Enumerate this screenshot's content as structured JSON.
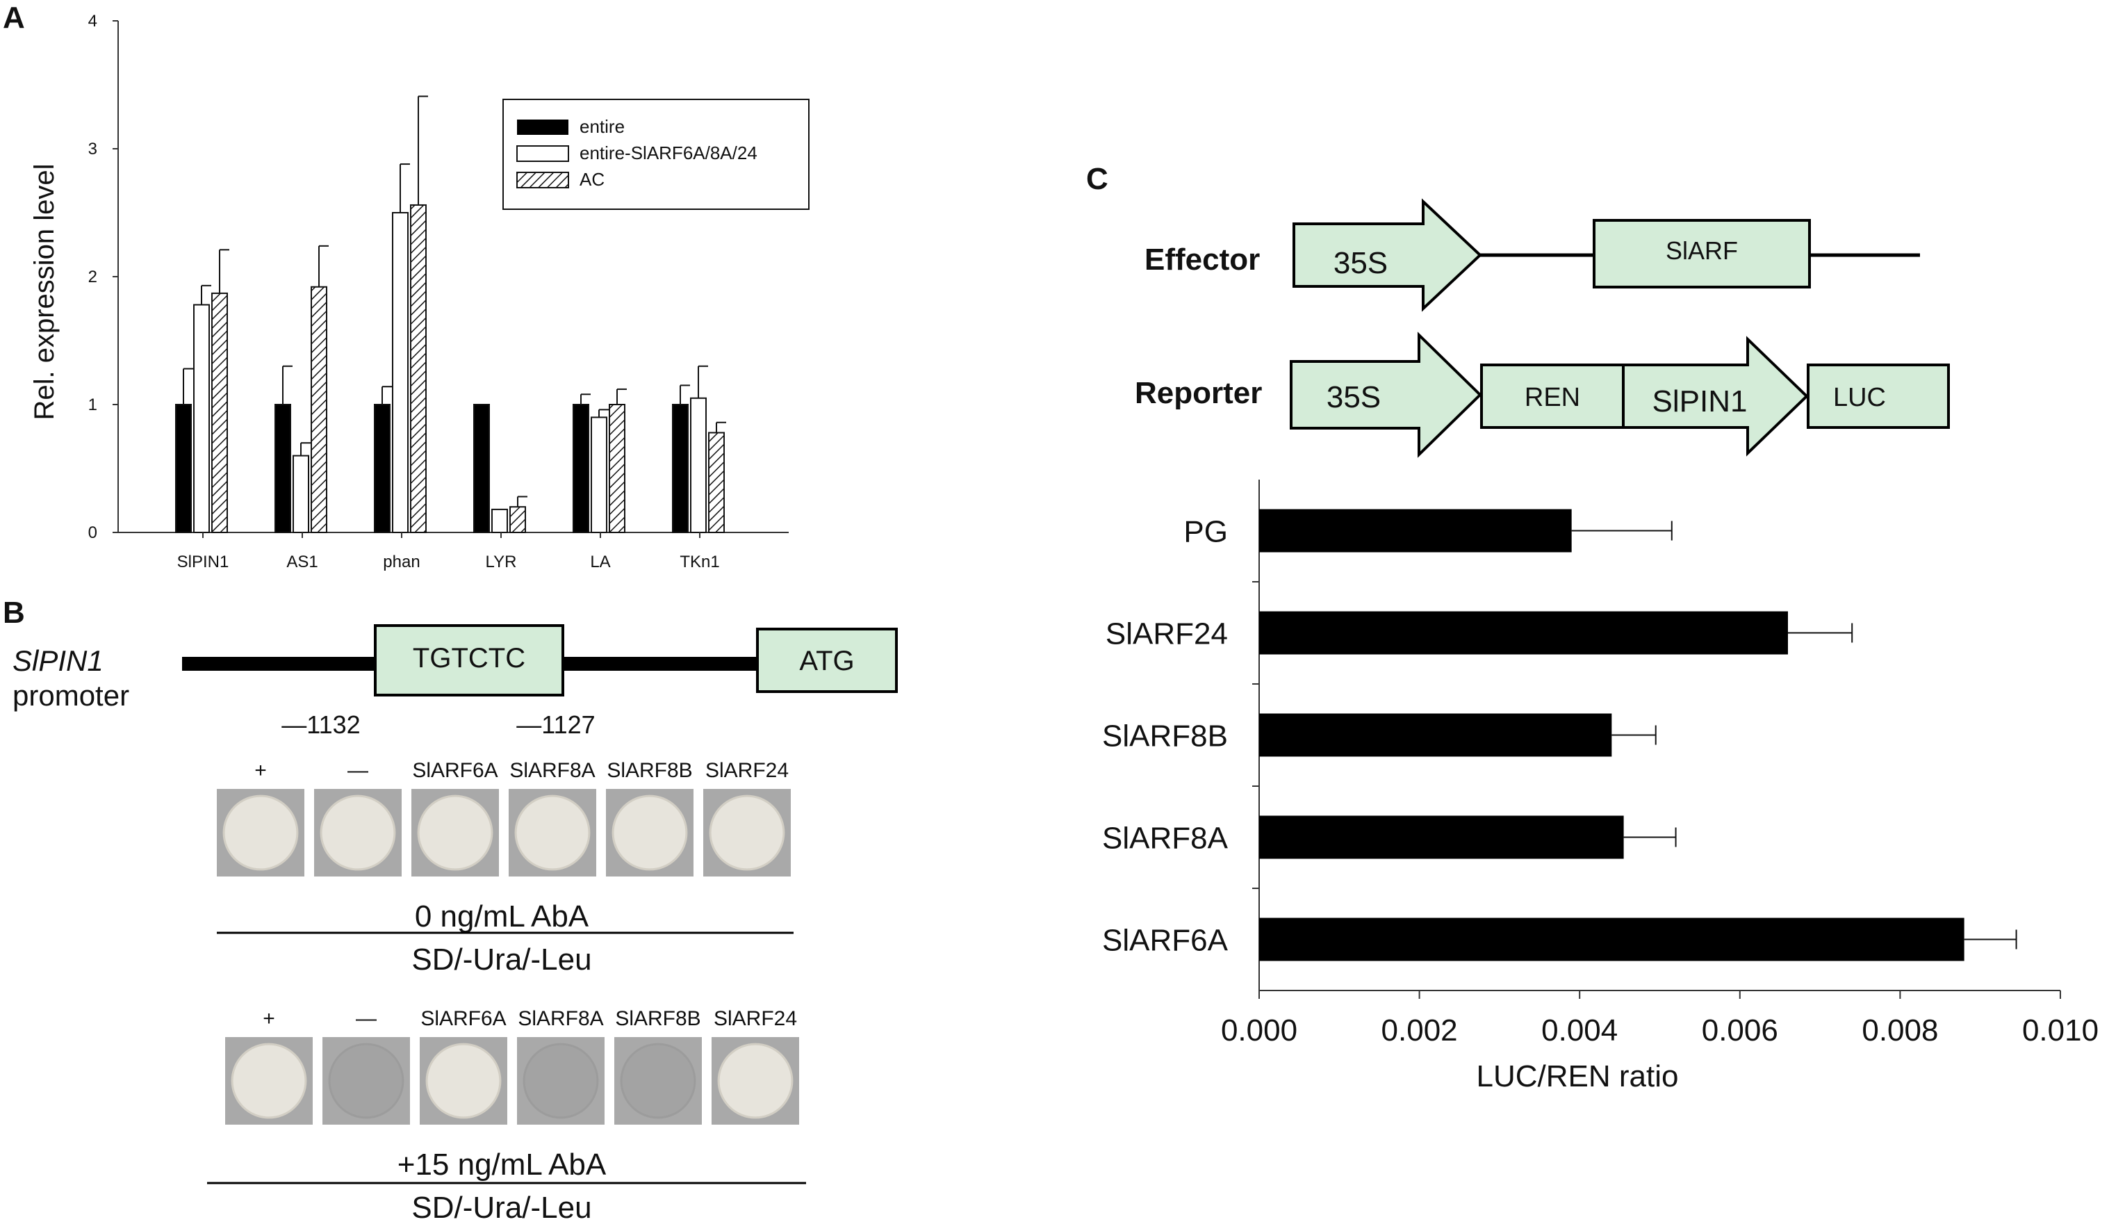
{
  "panels": {
    "a": "A",
    "b": "B",
    "c": "C"
  },
  "panel_a": {
    "legend": [
      "entire",
      "entire-SlARF6A/8A/24",
      "AC"
    ]
  },
  "panel_b": {
    "gene": "SlPIN1",
    "promoter_word": "promoter",
    "motif": "TGTCTC",
    "start_codon": "ATG",
    "pos_left": "—1132",
    "pos_right": "—1127",
    "lanes": [
      "+",
      "—",
      "SlARF6A",
      "SlARF8A",
      "SlARF8B",
      "SlARF24"
    ],
    "cond1": "0 ng/mL  AbA",
    "medium1": "SD/-Ura/-Leu",
    "cond2": "+15 ng/mL  AbA",
    "medium2": "SD/-Ura/-Leu",
    "growth_row1": [
      true,
      true,
      true,
      true,
      true,
      true
    ],
    "growth_row2": [
      true,
      false,
      true,
      false,
      false,
      true
    ]
  },
  "panel_c": {
    "effector_label": "Effector",
    "reporter_label": "Reporter",
    "promoter_35s": "35S",
    "arf_box": "SlARF",
    "ren_box": "REN",
    "pin_arrow": "SlPIN1",
    "luc_box": "LUC"
  },
  "colors": {
    "bar": "#000000",
    "construct_fill": "#d4ecd8",
    "plate_grey": "#a9a9a9",
    "colony": "#e7e4dc"
  },
  "chart_data": [
    {
      "type": "bar",
      "categories": [
        "SlPIN1",
        "AS1",
        "phan",
        "LYR",
        "LA",
        "TKn1"
      ],
      "series": [
        {
          "name": "entire",
          "values": [
            1.0,
            1.0,
            1.0,
            1.0,
            1.0,
            1.0
          ],
          "errors": [
            0.28,
            0.3,
            0.14,
            0.0,
            0.08,
            0.15
          ]
        },
        {
          "name": "entire-SlARF6A/8A/24",
          "values": [
            1.78,
            0.6,
            2.5,
            0.18,
            0.9,
            1.05
          ],
          "errors": [
            0.15,
            0.1,
            0.38,
            0.0,
            0.06,
            0.25
          ]
        },
        {
          "name": "AC",
          "values": [
            1.87,
            1.92,
            2.56,
            0.2,
            1.0,
            0.78
          ],
          "errors": [
            0.34,
            0.32,
            0.85,
            0.08,
            0.12,
            0.08
          ]
        }
      ],
      "ylabel": "Rel. expression level",
      "yticks": [
        "0",
        "1",
        "2",
        "3",
        "4"
      ],
      "ylim": [
        0,
        4
      ],
      "legend_position": "top-right",
      "grid": false
    },
    {
      "type": "bar",
      "orientation": "horizontal",
      "categories": [
        "PG",
        "SlARF24",
        "SlARF8B",
        "SlARF8A",
        "SlARF6A"
      ],
      "values": [
        0.0039,
        0.0066,
        0.0044,
        0.00455,
        0.0088
      ],
      "errors": [
        0.00125,
        0.0008,
        0.00055,
        0.00065,
        0.00065
      ],
      "xlabel": "LUC/REN ratio",
      "xticks": [
        "0.000",
        "0.002",
        "0.004",
        "0.006",
        "0.008",
        "0.010"
      ],
      "xlim": [
        0,
        0.01
      ],
      "grid": false
    }
  ]
}
